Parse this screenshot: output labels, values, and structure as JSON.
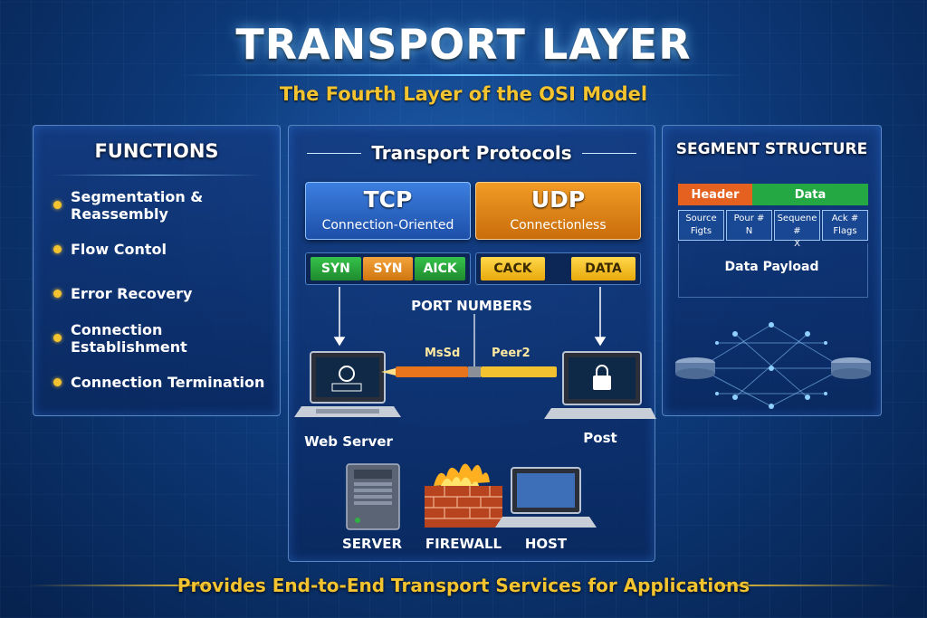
{
  "header": {
    "title": "TRANSPORT LAYER",
    "subtitle": "The Fourth Layer of the OSI Model"
  },
  "functions": {
    "title": "FUNCTIONS",
    "items": [
      "Segmentation & Reassembly",
      "Flow Contol",
      "Error Recovery",
      "Connection Establishment",
      "Connection Termination"
    ]
  },
  "protocols": {
    "title": "Transport Protocols",
    "tcp": {
      "name": "TCP",
      "desc": "Connection-Oriented",
      "flags": [
        "SYN",
        "SYN",
        "AICK"
      ]
    },
    "udp": {
      "name": "UDP",
      "desc": "Connectionless",
      "flags": [
        "CACK",
        "DATA"
      ]
    },
    "port_label": "PORT NUMBERS",
    "conn_left": "MsSd",
    "conn_right": "Peer2",
    "devices": {
      "web_server": "Web Server",
      "post": "Post",
      "server": "SERVER",
      "firewall": "FIREWALL",
      "host": "HOST"
    }
  },
  "segment": {
    "title": "SEGMENT STRUCTURE",
    "header_label": "Header",
    "data_label": "Data",
    "fields": [
      {
        "top": "Source",
        "bottom": "Figts"
      },
      {
        "top": "Pour #",
        "bottom": "N"
      },
      {
        "top": "Sequene #",
        "bottom": "X"
      },
      {
        "top": "Ack #",
        "bottom": "Flags"
      }
    ],
    "payload": "Data Payload"
  },
  "footer": "Provides End-to-End Transport Services for Applications",
  "colors": {
    "accent_yellow": "#f4c430",
    "tcp_blue": "#2e6fd0",
    "udp_orange": "#e8861a",
    "flag_green": "#2fb043",
    "header_orange": "#e4611f",
    "data_green": "#23a844"
  },
  "icons": [
    "laptop-lock-icon",
    "laptop-icon",
    "server-tower-icon",
    "firewall-icon",
    "network-diagram-icon"
  ]
}
